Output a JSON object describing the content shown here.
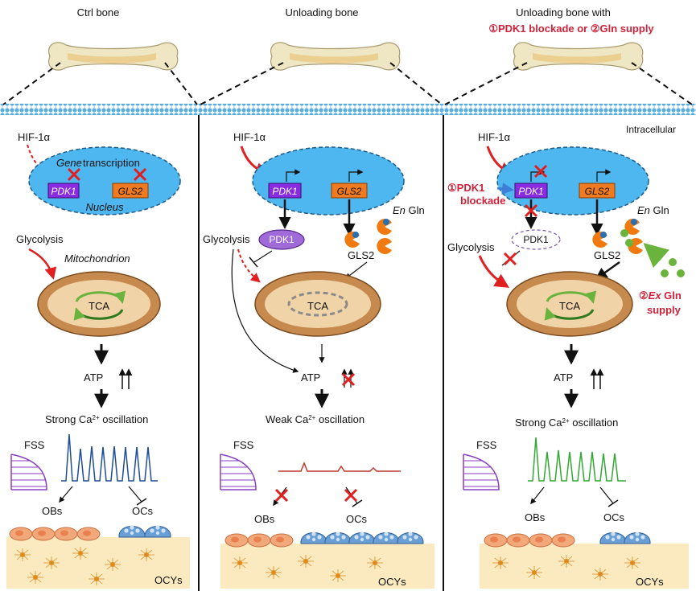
{
  "panels": [
    {
      "title": "Ctrl bone",
      "hif": "HIF-1α",
      "gene_transcription_italic": "Gene",
      "gene_transcription_rest": " transcription",
      "pdk1_gene": "PDK1",
      "gls2_gene": "GLS2",
      "nucleus": "Nucleus",
      "glycolysis": "Glycolysis",
      "mitochondrion": "Mitochondrion",
      "tca": "TCA",
      "atp": "ATP",
      "oscillation_pre": "Strong Ca",
      "oscillation_sup": "2+",
      "oscillation_post": " oscillation",
      "fss": "FSS",
      "obs": "OBs",
      "ocs": "OCs",
      "ocys": "OCYs"
    },
    {
      "title": "Unloading bone",
      "hif": "HIF-1α",
      "pdk1_gene": "PDK1",
      "gls2_gene": "GLS2",
      "en_gln_italic": "En",
      "en_gln_rest": " Gln",
      "glycolysis": "Glycolysis",
      "pdk1_protein": "PDK1",
      "gls2_protein": "GLS2",
      "tca": "TCA",
      "atp": "ATP",
      "oscillation_pre": "Weak Ca",
      "oscillation_sup": "2+",
      "oscillation_post": " oscillation",
      "fss": "FSS",
      "obs": "OBs",
      "ocs": "OCs",
      "ocys": "OCYs"
    },
    {
      "title_line1": "Unloading bone with",
      "title_line2": "①PDK1 blockade or ②Gln supply",
      "intracellular": "Intracellular",
      "hif": "HIF-1α",
      "blockade_line1": "①PDK1",
      "blockade_line2": "blockade",
      "pdk1_gene": "PDK1",
      "gls2_gene": "GLS2",
      "en_gln_italic": "En",
      "en_gln_rest": " Gln",
      "glycolysis": "Glycolysis",
      "pdk1_protein": "PDK1",
      "gls2_protein": "GLS2",
      "ex_gln_pre": "②",
      "ex_gln_italic": "Ex",
      "ex_gln_rest": " Gln",
      "supply": "supply",
      "tca": "TCA",
      "atp": "ATP",
      "oscillation_pre": "Strong Ca",
      "oscillation_sup": "2+",
      "oscillation_post": " oscillation",
      "fss": "FSS",
      "obs": "OBs",
      "ocs": "OCs",
      "ocys": "OCYs"
    }
  ],
  "colors": {
    "nucleus": "#4fb7f0",
    "pdk1_box": "#8a2be2",
    "gls2_box": "#f07a20",
    "mito_outer": "#c68a4e",
    "mito_inner": "#f1d3a8",
    "pdk1_protein": "#a06ad8",
    "trace_ctrl": "#1f4e96",
    "trace_unload": "#c0392b",
    "trace_rescue": "#33a833",
    "bone_layer": "#fbeac0",
    "red_mark": "#e02020",
    "membrane": "#5aaee6"
  }
}
